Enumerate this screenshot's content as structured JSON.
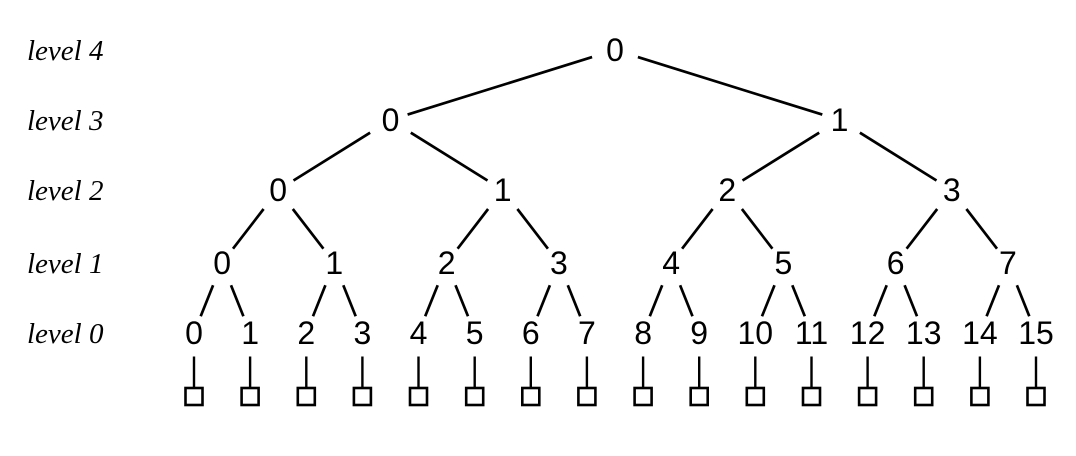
{
  "diagram": {
    "type": "binary-tree",
    "background_color": "#ffffff",
    "ink_color": "#000000",
    "levels": [
      {
        "label": "level 4",
        "nodes": [
          "0"
        ]
      },
      {
        "label": "level 3",
        "nodes": [
          "0",
          "1"
        ]
      },
      {
        "label": "level 2",
        "nodes": [
          "0",
          "1",
          "2",
          "3"
        ]
      },
      {
        "label": "level 1",
        "nodes": [
          "0",
          "1",
          "2",
          "3",
          "4",
          "5",
          "6",
          "7"
        ]
      },
      {
        "label": "level 0",
        "nodes": [
          "0",
          "1",
          "2",
          "3",
          "4",
          "5",
          "6",
          "7",
          "8",
          "9",
          "10",
          "11",
          "12",
          "13",
          "14",
          "15"
        ]
      }
    ],
    "leaf_markers": {
      "shape": "square",
      "count": 16
    }
  }
}
